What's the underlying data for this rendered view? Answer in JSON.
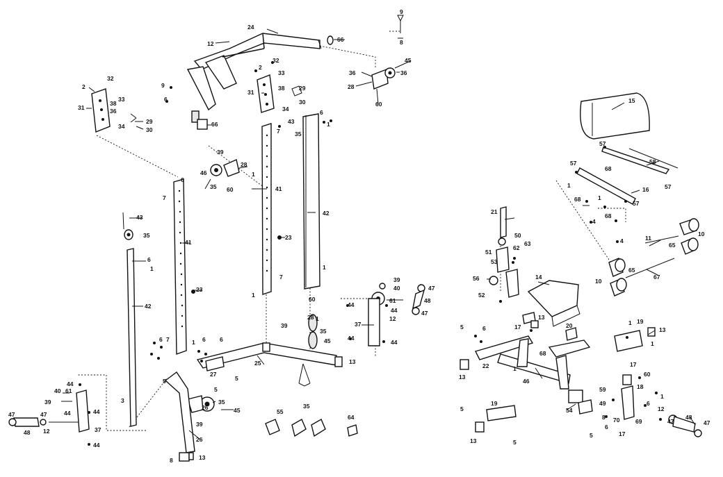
{
  "diagram": {
    "callouts": [
      "1",
      "2",
      "3",
      "4",
      "5",
      "6",
      "7",
      "8",
      "9",
      "10",
      "11",
      "12",
      "13",
      "14",
      "15",
      "16",
      "17",
      "18",
      "19",
      "20",
      "21",
      "22",
      "23",
      "24",
      "25",
      "26",
      "27",
      "28",
      "29",
      "30",
      "31",
      "32",
      "33",
      "34",
      "35",
      "36",
      "37",
      "38",
      "39",
      "40",
      "41",
      "42",
      "43",
      "44",
      "45",
      "46",
      "47",
      "48",
      "49",
      "50",
      "51",
      "52",
      "53",
      "54",
      "55",
      "56",
      "57",
      "58",
      "59",
      "60",
      "61",
      "62",
      "63",
      "64",
      "65",
      "66",
      "67",
      "68",
      "69",
      "70"
    ]
  }
}
